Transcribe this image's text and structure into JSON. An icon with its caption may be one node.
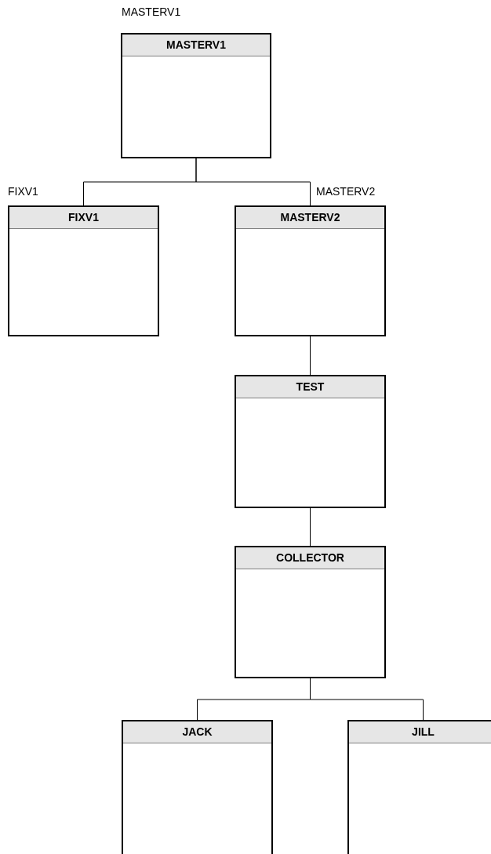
{
  "diagram": {
    "nodes": [
      {
        "text": [
          "MASTERV1"
        ],
        "beside": [
          "MASTERV1"
        ]
      },
      {
        "text": [
          "FIXV1"
        ],
        "beside": [
          "FIXV1"
        ]
      },
      {
        "text": [
          "MASTERV2"
        ],
        "beside": [
          "MASTERV2"
        ]
      },
      {
        "text": [
          "TEST"
        ]
      },
      {
        "text": [
          "COLLECTOR"
        ]
      },
      {
        "text": [
          "JACK"
        ]
      },
      {
        "text": [
          "JILL"
        ]
      }
    ],
    "edges": [
      {
        "from": 0,
        "to": 1,
        "arrow": "none"
      },
      {
        "from": 0,
        "to": 2,
        "arrow": "none"
      },
      {
        "from": 2,
        "to": 3,
        "arrow": "none"
      },
      {
        "from": 3,
        "to": 4,
        "arrow": "none"
      },
      {
        "from": 4,
        "to": 5,
        "arrow": "none"
      },
      {
        "from": 4,
        "to": 6,
        "arrow": "none"
      }
    ]
  }
}
